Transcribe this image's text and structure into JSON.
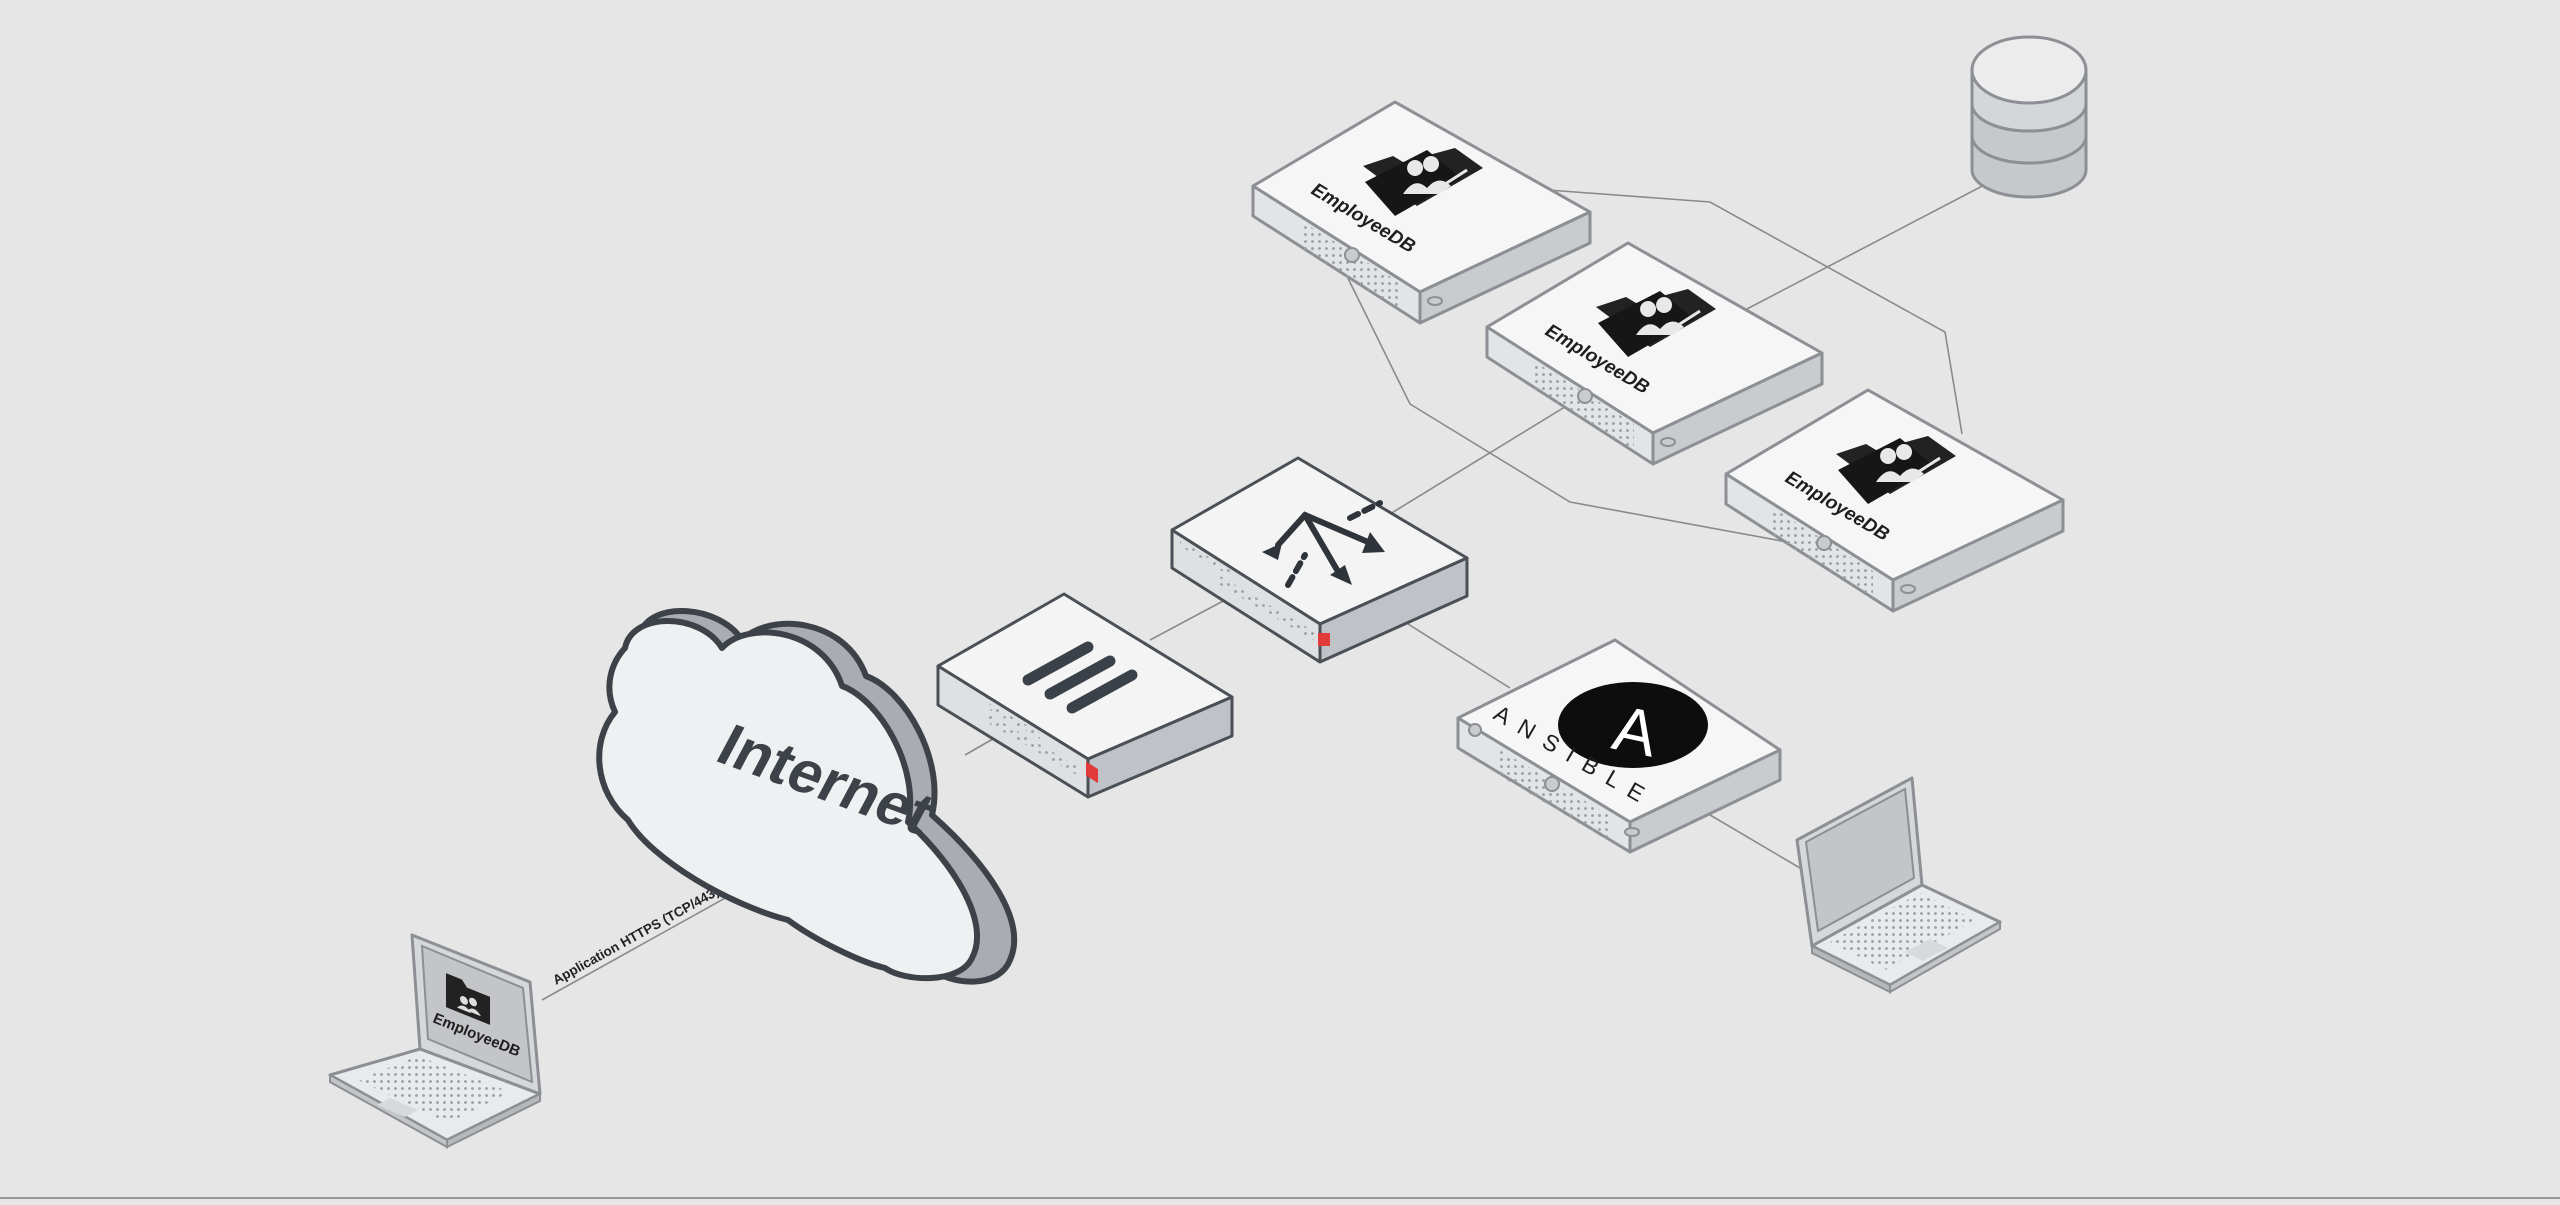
{
  "diagram": {
    "cloud": {
      "label": "Internet"
    },
    "client_link": {
      "label": "Application HTTPS (TCP/443)"
    },
    "client_laptop": {
      "screen_label": "EmployeeDB",
      "icon": "employee-folder-icon"
    },
    "firewall": {
      "icon": "three-bars-icon",
      "indicator_color": "#e03a3a"
    },
    "load_balancer": {
      "icon": "load-balancer-arrows-icon",
      "indicator_color": "#e03a3a"
    },
    "servers": [
      {
        "label": "EmployeeDB",
        "icon": "employee-folder-icon"
      },
      {
        "label": "EmployeeDB",
        "icon": "employee-folder-icon"
      },
      {
        "label": "EmployeeDB",
        "icon": "employee-folder-icon"
      }
    ],
    "ansible_server": {
      "logo_letter": "A",
      "label": "ANSIBLE"
    },
    "database": {
      "icon": "database-icon"
    },
    "admin_laptop": {
      "icon": "laptop-icon"
    }
  }
}
